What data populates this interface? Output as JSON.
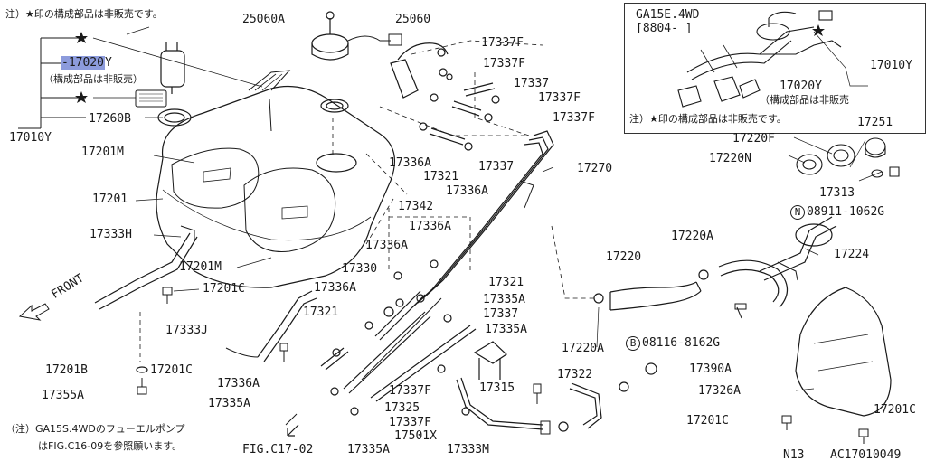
{
  "notes": {
    "top_left": "注）★印の構成部品は非販売です。",
    "subassy_1": "（構成部品は非販売）",
    "inset_model": "GA15E.4WD",
    "inset_date": "[8804-        ]",
    "inset_subassy": "（構成部品は非販売",
    "inset_note": "注）★印の構成部品は非販売です。",
    "bottom_line1": "（注）GA15S.4WDのフューエルポンプ",
    "bottom_line2": "はFIG.C16-09を参照願います。",
    "front": "FRONT",
    "fig_ref": "FIG.C17-02",
    "page_code": "N13",
    "image_code": "AC17010049"
  },
  "parts": {
    "p25060a": "25060A",
    "p25060": "25060",
    "p17337f_1": "17337F",
    "p17337f_2": "17337F",
    "p17337_1": "17337",
    "p17337f_3": "17337F",
    "p17337f_4": "17337F",
    "p17020y": "17020Y",
    "p17260b": "17260B",
    "p17010y_left": "17010Y",
    "p17201m_1": "17201M",
    "p17201": "17201",
    "p17336a_1": "17336A",
    "p17321_1": "17321",
    "p17337_2": "17337",
    "p17336a_2": "17336A",
    "p17270": "17270",
    "p17342": "17342",
    "p17333h": "17333H",
    "p17336a_3": "17336A",
    "p17336a_4": "17336A",
    "p17201m_2": "17201M",
    "p17201c_1": "17201C",
    "p17330": "17330",
    "p17321_2": "17321",
    "p17336a_5": "17336A",
    "p17335a_1": "17335A",
    "p17321_3": "17321",
    "p17337_3": "17337",
    "p17335a_2": "17335A",
    "p17333j": "17333J",
    "p17201b": "17201B",
    "p17201c_2": "17201C",
    "p17355a": "17355A",
    "p17336a_6": "17336A",
    "p17335a_3": "17335A",
    "p17337f_5": "17337F",
    "p17315": "17315",
    "p17325": "17325",
    "p17337f_6": "17337F",
    "p17501x": "17501X",
    "p17335a_4": "17335A",
    "p17333m": "17333M",
    "p17322": "17322",
    "p17220": "17220",
    "p17220a_1": "17220A",
    "p17220a_2": "17220A",
    "p08116": "08116-8162G",
    "p08116_circ": "B",
    "p17390a": "17390A",
    "p17326a": "17326A",
    "p17201c_3": "17201C",
    "p17201c_4": "17201C",
    "p17224": "17224",
    "p08911": "08911-1062G",
    "p08911_circ": "N",
    "p17313": "17313",
    "p17220n": "17220N",
    "p17220f": "17220F",
    "p17251": "17251",
    "p17010y_inset": "17010Y",
    "p17020y_inset": "17020Y"
  }
}
